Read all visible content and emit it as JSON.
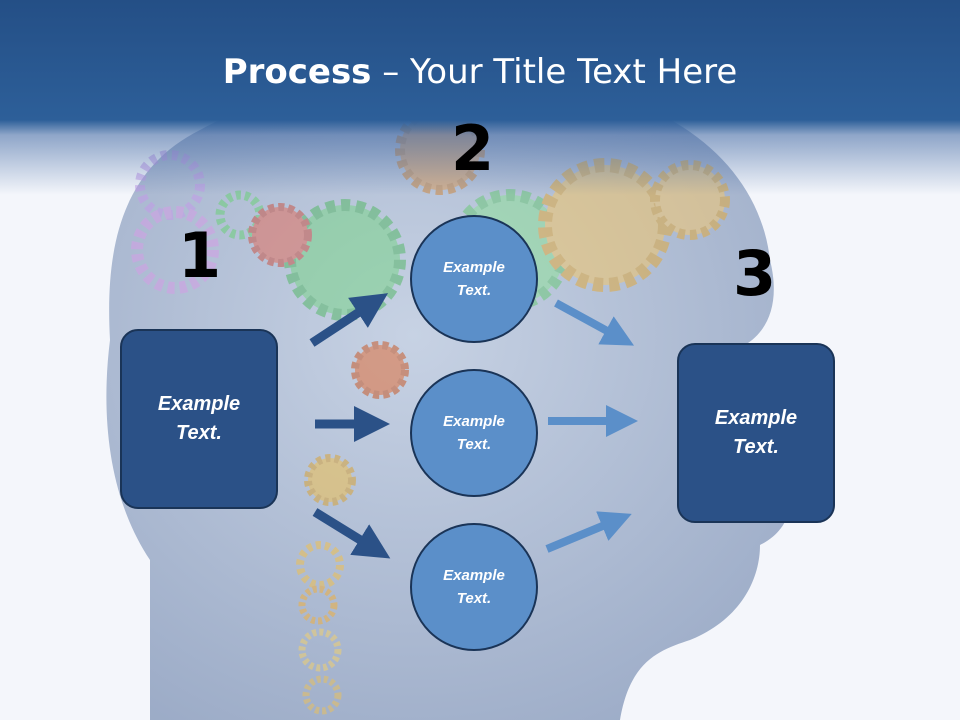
{
  "title": {
    "bold": "Process",
    "rest": " – Your Title Text Here"
  },
  "steps": {
    "n1": "1",
    "n2": "2",
    "n3": "3"
  },
  "left_box": {
    "text": "Example\nText."
  },
  "right_box": {
    "text": "Example\nText."
  },
  "circles": [
    {
      "text": "Example\nText."
    },
    {
      "text": "Example\nText."
    },
    {
      "text": "Example\nText."
    }
  ],
  "colors": {
    "title_band": "#2d5f99",
    "box_fill": "#2b5187",
    "circle_fill": "#5b8fc9",
    "arrow_dark": "#2b5187",
    "arrow_light": "#5b8fc9"
  },
  "icons": [
    "gear-icon",
    "head-silhouette"
  ]
}
